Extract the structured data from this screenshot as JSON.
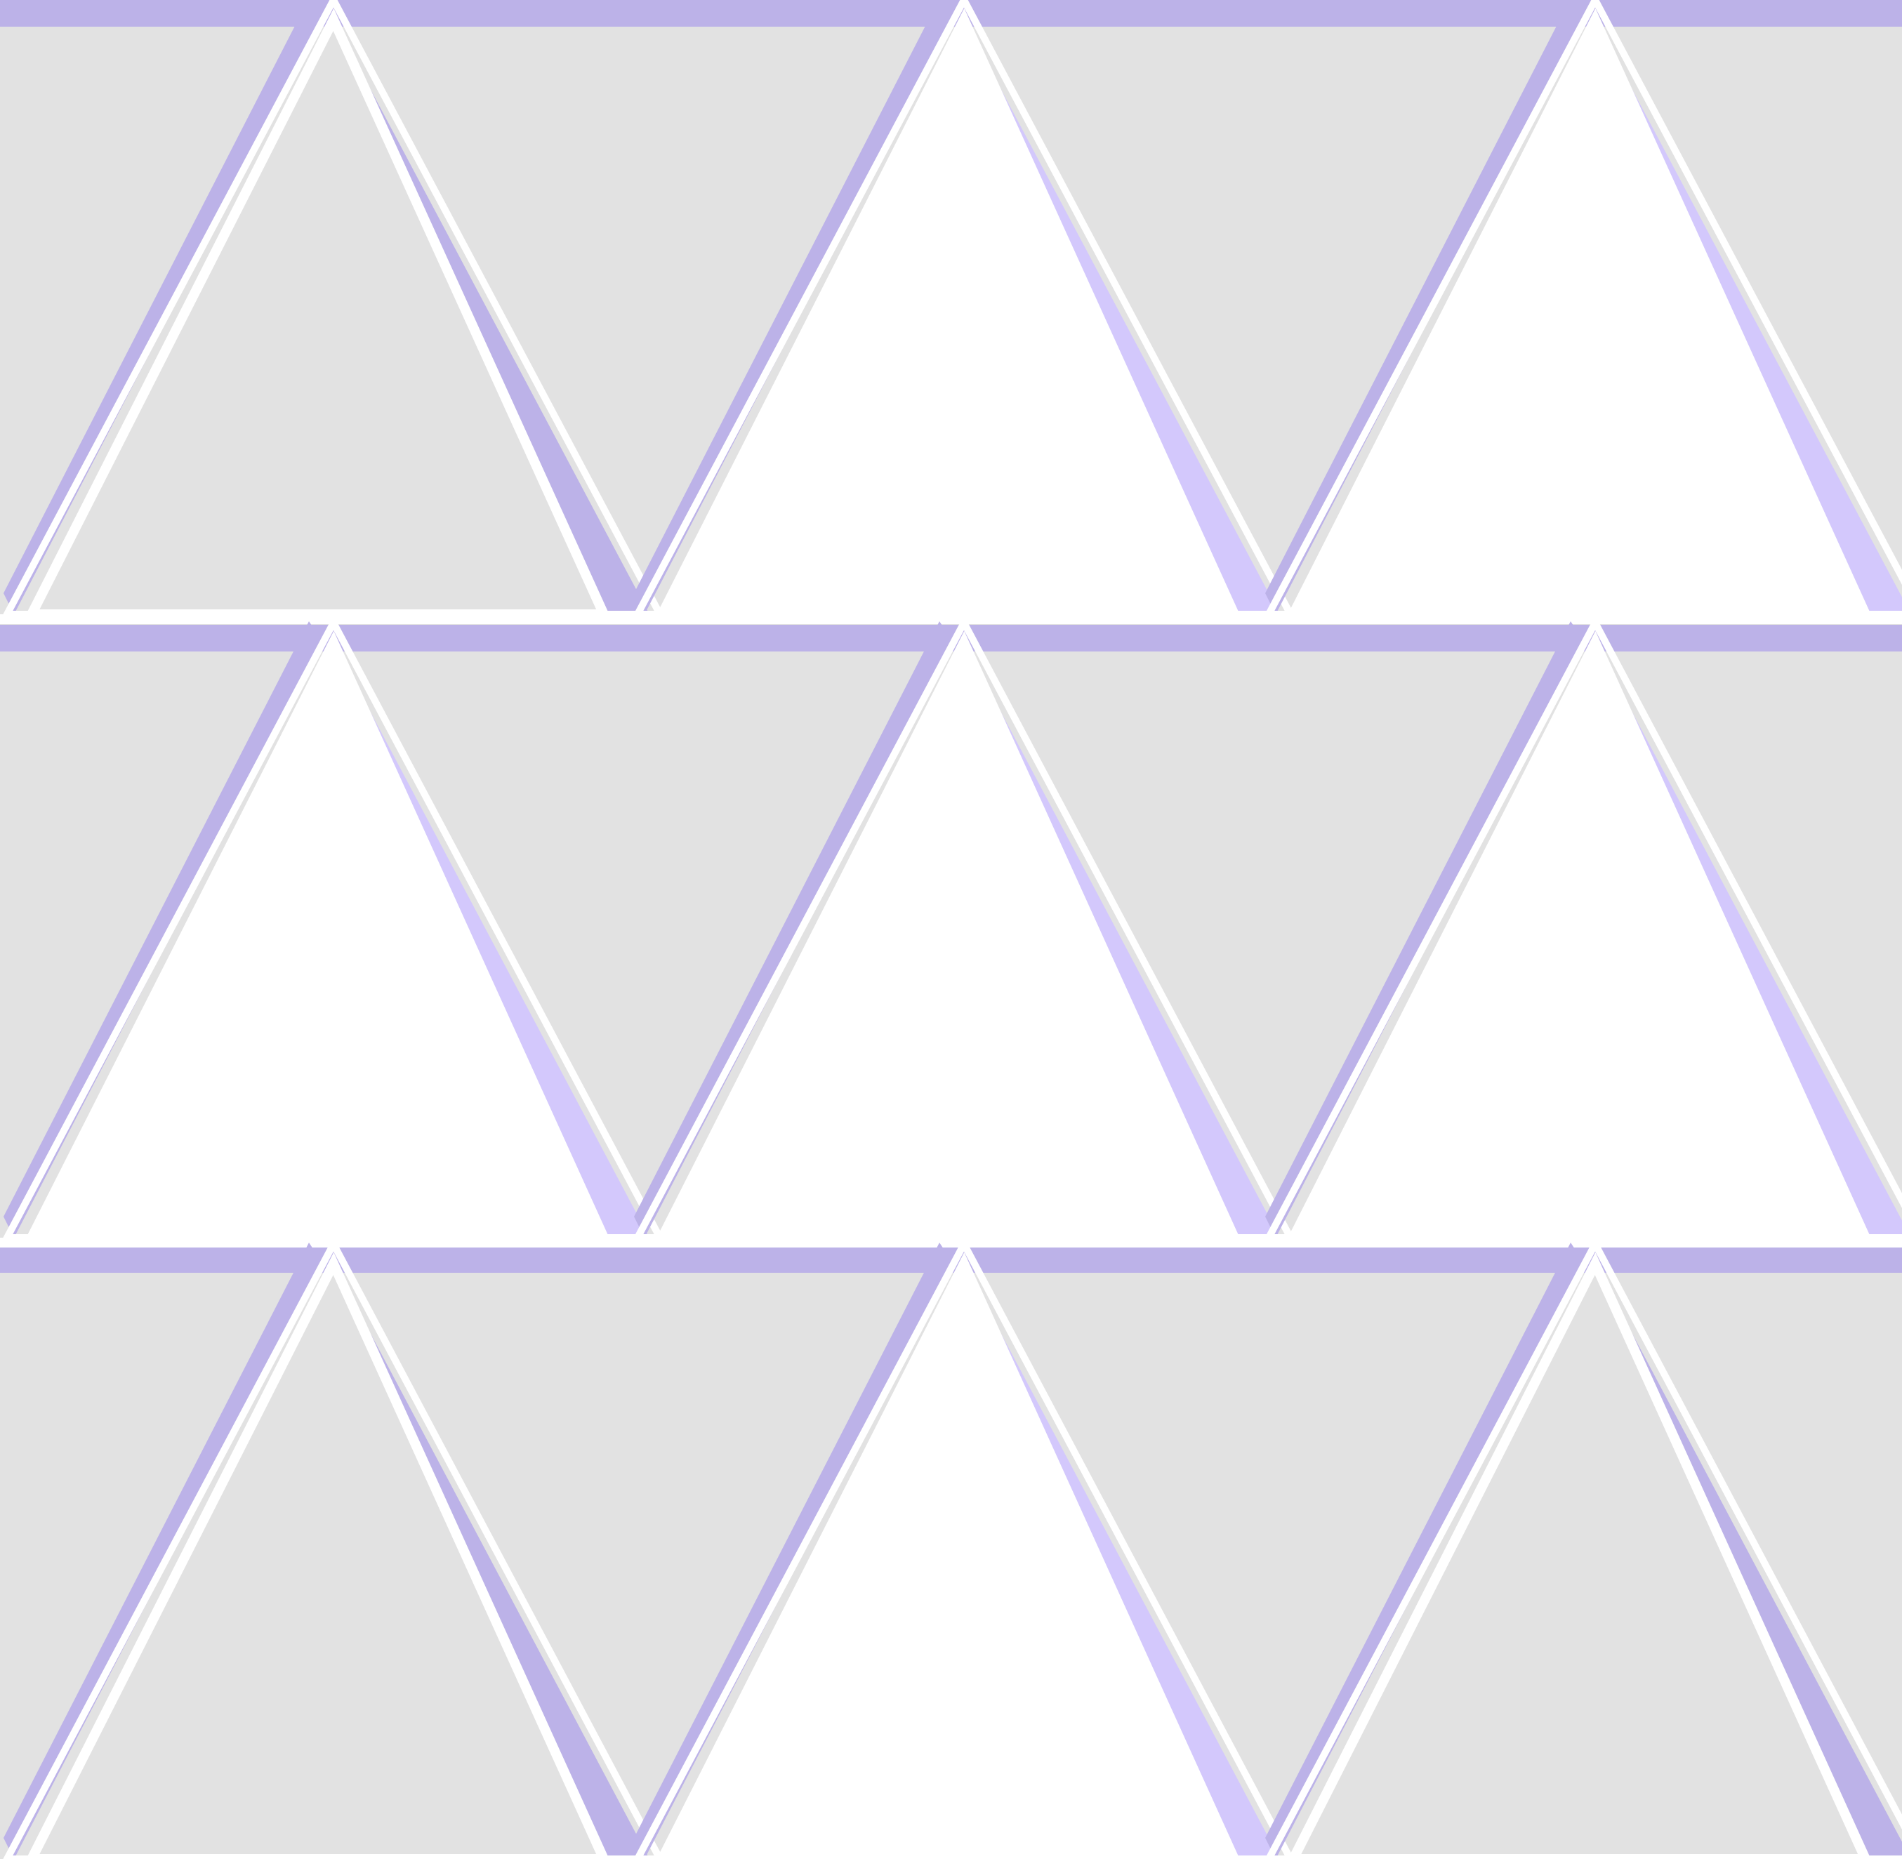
{
  "pattern": {
    "description_visible_text": "",
    "rows": [
      [
        "outline",
        "filled",
        "filled"
      ],
      [
        "filled",
        "filled",
        "filled"
      ],
      [
        "outline",
        "filled",
        "outline"
      ]
    ],
    "colors": {
      "background": "#e2e2e2",
      "outline_stroke": "#ffffff",
      "fill_white": "#ffffff",
      "shadow_light": "#d3c8fc",
      "shadow_dark": "#bcb2e8",
      "band": "#bcb2e8"
    }
  }
}
